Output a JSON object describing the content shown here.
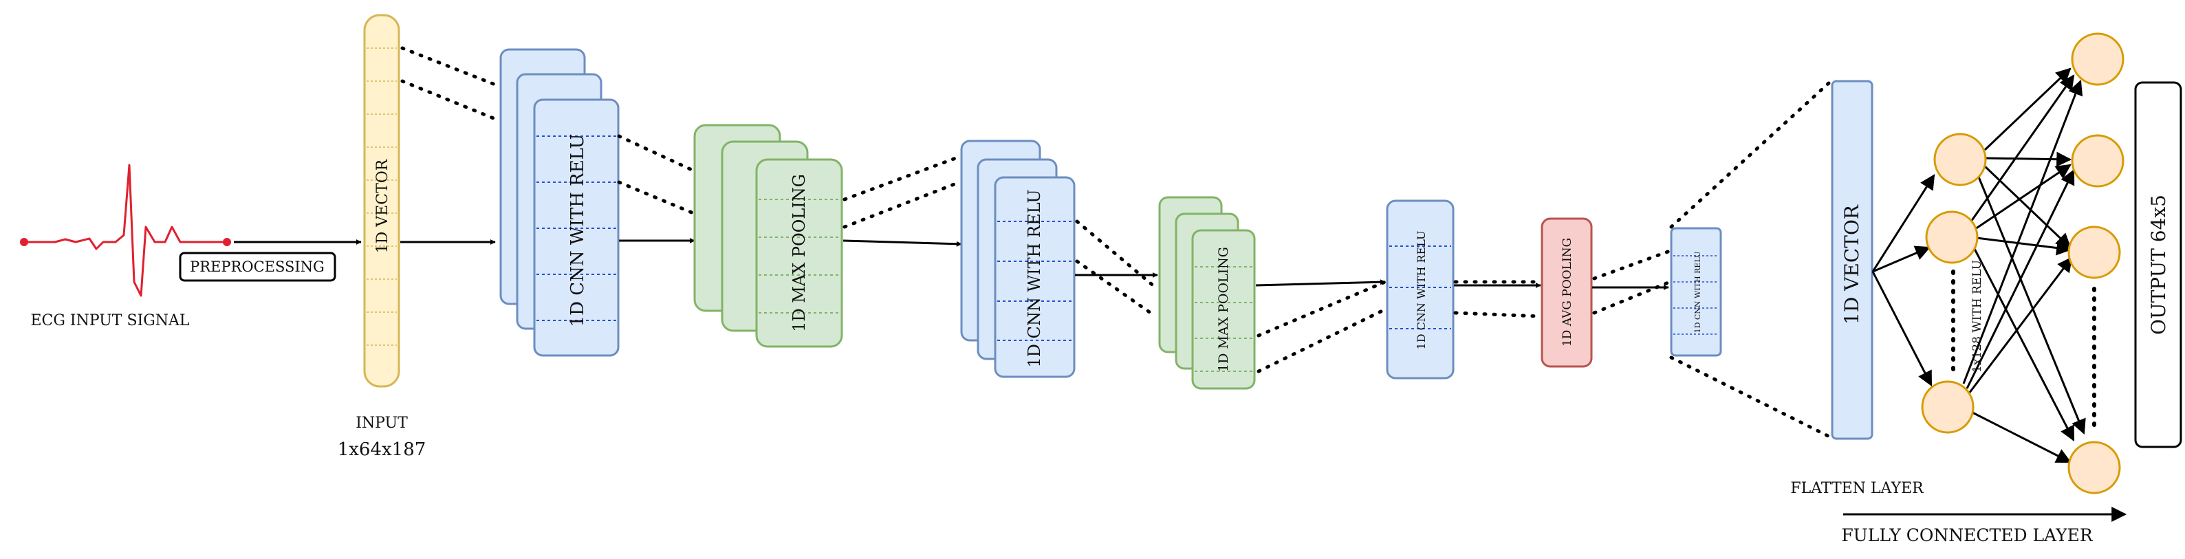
{
  "labels": {
    "ecg_signal": "ECG INPUT SIGNAL",
    "preprocessing": "PREPROCESSING",
    "input_vector": "1D VECTOR",
    "input_caption": "INPUT",
    "input_shape": "1x64x187",
    "cnn1": "1D CNN WITH RELU",
    "pool1": "1D MAX  POOLING",
    "cnn2": "1D CNN WITH RELU",
    "pool2": "1D MAX  POOLING",
    "cnn3": "1D CNN WITH RELU",
    "avgpool": "1D AVG POOLING",
    "cnn4": "1D CNN WITH RELU",
    "flatten_vector": "1D VECTOR",
    "flatten_caption": "FLATTEN LAYER",
    "fc_hidden": "1x128 WITH RELU",
    "fc_caption": "FULLY CONNECTED LAYER",
    "output": "OUTPUT 64x5"
  },
  "colors": {
    "ecg": "#e0202e",
    "input_fill": "#fff2cc",
    "input_stroke": "#d6b656",
    "cnn_fill": "#dae8fc",
    "cnn_stroke": "#6c8ebf",
    "pool_fill": "#d5e8d4",
    "pool_stroke": "#82b366",
    "avg_fill": "#f8cecc",
    "avg_stroke": "#b85450",
    "neuron_fill": "#ffe6cc",
    "neuron_stroke": "#d79b00"
  }
}
